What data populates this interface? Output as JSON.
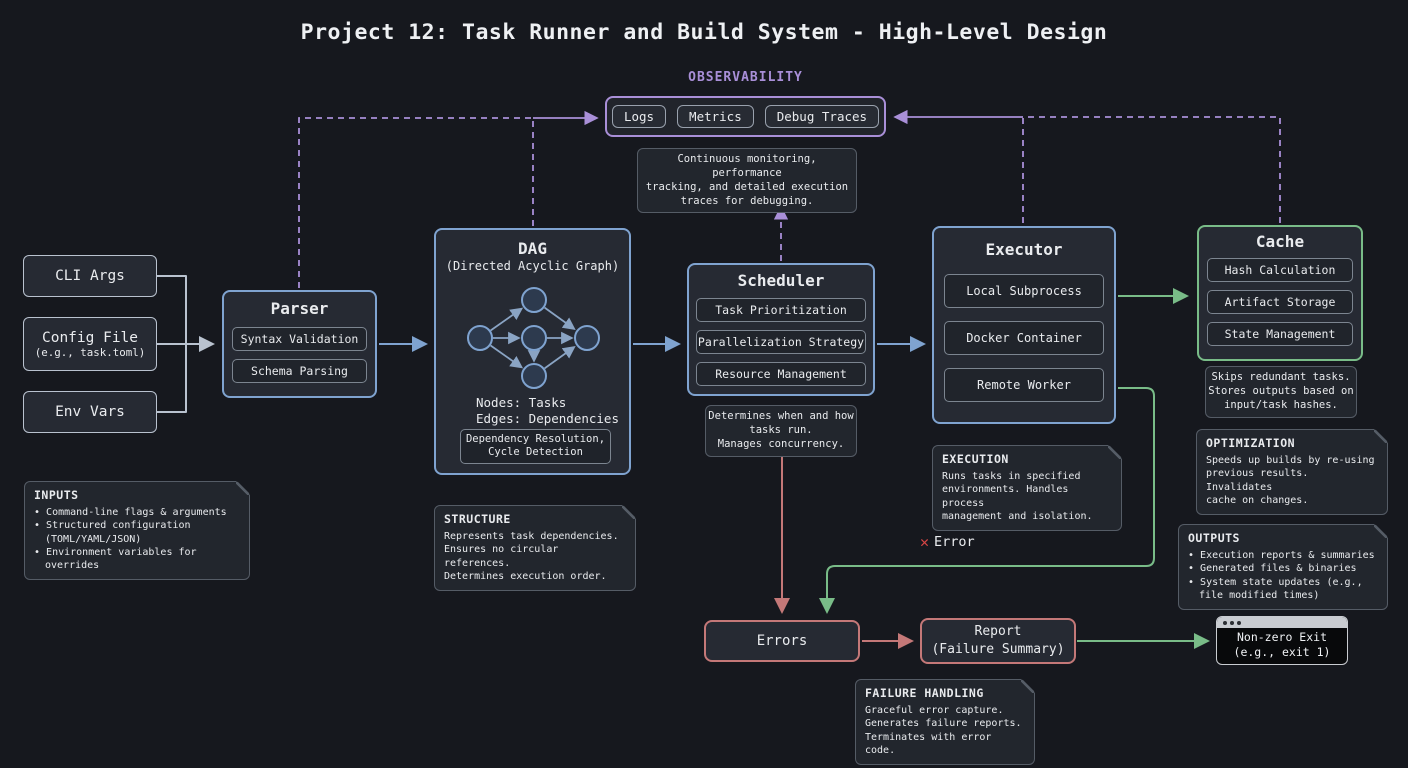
{
  "title": "Project 12: Task Runner and Build System - High-Level Design",
  "observability": {
    "label": "OBSERVABILITY",
    "chips": [
      "Logs",
      "Metrics",
      "Debug Traces"
    ],
    "note": "Continuous monitoring, performance\ntracking, and detailed execution\ntraces for debugging."
  },
  "sources": {
    "cli_args": "CLI Args",
    "config_file": "Config File",
    "config_file_sub": "(e.g., task.toml)",
    "env_vars": "Env Vars"
  },
  "parser": {
    "title": "Parser",
    "items": [
      "Syntax Validation",
      "Schema Parsing"
    ]
  },
  "dag": {
    "title": "DAG",
    "subtitle": "(Directed Acyclic Graph)",
    "legend": "Nodes: Tasks\nEdges: Dependencies",
    "badge": "Dependency Resolution,\nCycle Detection"
  },
  "scheduler": {
    "title": "Scheduler",
    "items": [
      "Task Prioritization",
      "Parallelization Strategy",
      "Resource Management"
    ],
    "note": "Determines when and how\ntasks run.\nManages concurrency."
  },
  "executor": {
    "title": "Executor",
    "items": [
      "Local Subprocess",
      "Docker Container",
      "Remote Worker"
    ]
  },
  "cache": {
    "title": "Cache",
    "items": [
      "Hash Calculation",
      "Artifact Storage",
      "State Management"
    ],
    "note": "Skips redundant tasks.\nStores outputs based on\ninput/task hashes."
  },
  "annotations": {
    "inputs": {
      "title": "INPUTS",
      "bullets": [
        "Command-line flags & arguments",
        "Structured configuration (TOML/YAML/JSON)",
        "Environment variables for overrides"
      ]
    },
    "structure": {
      "title": "STRUCTURE",
      "text": "Represents task dependencies.\nEnsures no circular references.\nDetermines execution order."
    },
    "execution": {
      "title": "EXECUTION",
      "text": "Runs tasks in specified\nenvironments. Handles process\nmanagement and isolation."
    },
    "optimization": {
      "title": "OPTIMIZATION",
      "text": "Speeds up builds by re-using\nprevious results. Invalidates\ncache on changes."
    },
    "outputs": {
      "title": "OUTPUTS",
      "bullets": [
        "Execution reports & summaries",
        "Generated files & binaries",
        "System state updates (e.g., file modified times)"
      ]
    },
    "failure_handling": {
      "title": "FAILURE HANDLING",
      "text": "Graceful error capture.\nGenerates failure reports.\nTerminates with error code."
    }
  },
  "failure_path": {
    "error_icon": "✕",
    "error_label": "Error",
    "errors_box": "Errors",
    "report_box": "Report\n(Failure Summary)",
    "exit_box": "Non-zero Exit\n(e.g., exit 1)"
  },
  "colors": {
    "purple": "#a98fd8",
    "blue": "#7fa3d0",
    "green": "#79bc88",
    "red": "#c47878",
    "gray": "#b9c2cf"
  }
}
